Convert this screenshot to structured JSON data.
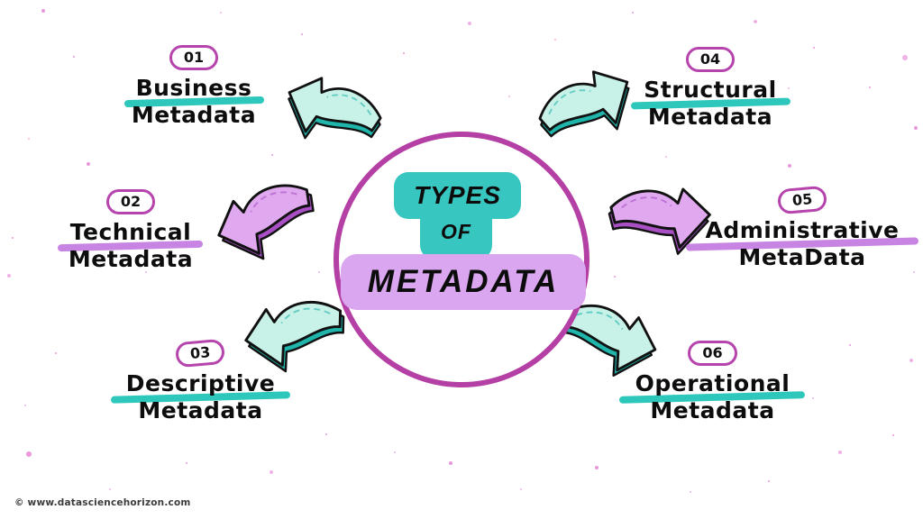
{
  "center": {
    "line1": "TYPES",
    "line2": "OF",
    "line3": "METADATA"
  },
  "items": [
    {
      "number": "01",
      "name_line1": "Business",
      "name_line2": "Metadata",
      "accent": "teal"
    },
    {
      "number": "02",
      "name_line1": "Technical",
      "name_line2": "Metadata",
      "accent": "purple"
    },
    {
      "number": "03",
      "name_line1": "Descriptive",
      "name_line2": "Metadata",
      "accent": "teal"
    },
    {
      "number": "04",
      "name_line1": "Structural",
      "name_line2": "Metadata",
      "accent": "teal"
    },
    {
      "number": "05",
      "name_line1": "Administrative",
      "name_line2": "MetaData",
      "accent": "purple"
    },
    {
      "number": "06",
      "name_line1": "Operational",
      "name_line2": "Metadata",
      "accent": "teal"
    }
  ],
  "icons": {
    "arrow": "curved-arrow-icon"
  },
  "colors": {
    "teal_accent": "#2ec7bb",
    "purple_accent": "#c884e2",
    "badge_border": "#b644ad",
    "circle_border": "#b43fa5",
    "teal_box": "#38c6c0",
    "purple_box": "#d9a6ef",
    "arrow_teal_fill": "#c8f1e8",
    "arrow_teal_side": "#1fb5ab",
    "arrow_purple_fill": "#e0a9ef",
    "arrow_purple_side": "#a94fc4",
    "speckle_pink": "#e996da",
    "text": "#0d0d0d"
  },
  "footer": {
    "credit": "© www.datasciencehorizon.com"
  }
}
